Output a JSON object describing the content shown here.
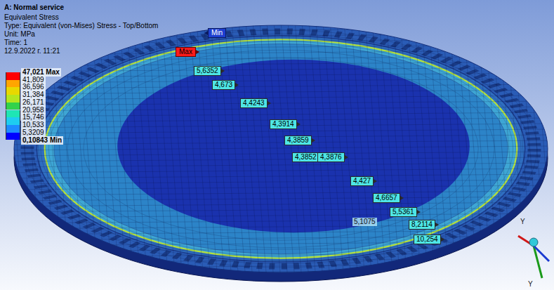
{
  "diagram": {
    "title": "A: Normal service",
    "labels": [
      "Equivalent Stress",
      "Type: Equivalent (von-Mises) Stress - Top/Bottom",
      "Unit: MPa",
      "Time: 1",
      "12.9.2022 г. 11:21",
      "0,10843 Min",
      "Max",
      "Min",
      "5,6352",
      "4,673",
      "4,4243",
      "4,3914",
      "4,3859",
      "4,3852",
      "4,3876",
      "4,427",
      "4,6657",
      "5,5361",
      "8,2114",
      "10,254",
      "5,1075",
      "Y",
      "Y"
    ],
    "legend": [
      {
        "text": "47,021 Max",
        "color": "#ff0000"
      },
      {
        "text": "41,809",
        "color": "#ffa500"
      },
      {
        "text": "36,596",
        "color": "#e8d800"
      },
      {
        "text": "31,384",
        "color": "#b4e61e"
      },
      {
        "text": "26,171",
        "color": "#32d24b"
      },
      {
        "text": "20,958",
        "color": "#1ee6b4"
      },
      {
        "text": "15,746",
        "color": "#1ecdf0"
      },
      {
        "text": "10,533",
        "color": "#1e8cff"
      },
      {
        "text": "5,3209",
        "color": "#0000ff"
      }
    ]
  }
}
